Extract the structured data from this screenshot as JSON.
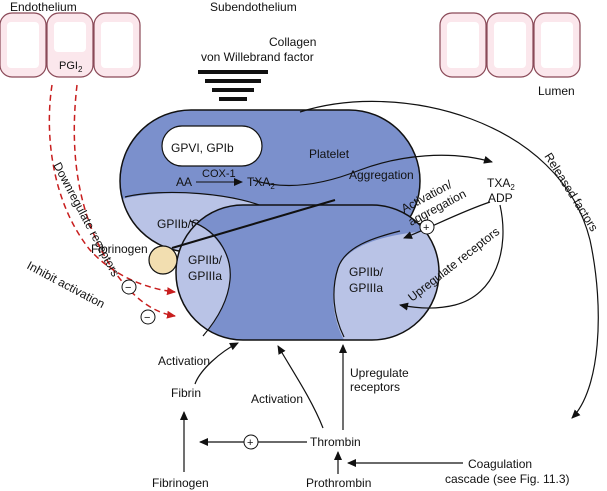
{
  "labels": {
    "endothelium": "Endothelium",
    "subendothelium": "Subendothelium",
    "collagen": "Collagen",
    "vwf": "von Willebrand factor",
    "lumen": "Lumen",
    "pgi2_base": "PGI",
    "pgi2_sub": "2",
    "gpvi_gpib": "GPVI, GPIb",
    "platelet": "Platelet",
    "aa": "AA",
    "cox1": "COX-1",
    "txa2_base": "TXA",
    "txa2_sub": "2",
    "gpiib_top": "GPIIb/GPIIIa",
    "fibrinogen_bead": "Fibrinogen",
    "gpiib_left_1": "GPIIb/",
    "gpiib_left_2": "GPIIIa",
    "gpiib_right_1": "GPIIb/",
    "gpiib_right_2": "GPIIIa",
    "aggregation": "Aggregation",
    "txa2_right_base": "TXA",
    "txa2_right_sub": "2",
    "adp": "ADP",
    "activation_aggregation_1": "Activation/",
    "activation_aggregation_2": "aggregation",
    "released_factors": "Released factors",
    "upregulate_receptors_curve": "Upregulate receptors",
    "downregulate_receptors": "Downregulate receptors",
    "inhibit_activation": "Inhibit activation",
    "activation_left": "Activation",
    "fibrin": "Fibrin",
    "activation_mid": "Activation",
    "upregulate_1": "Upregulate",
    "upregulate_2": "receptors",
    "thrombin": "Thrombin",
    "fibrinogen_bottom": "Fibrinogen",
    "prothrombin": "Prothrombin",
    "coag_1": "Coagulation",
    "coag_2": "cascade (see Fig. 11.3)"
  },
  "symbols": {
    "minus": "−",
    "plus": "+"
  },
  "colors": {
    "platelet": "#7b90cc",
    "receptor": "#b9c3e6",
    "cell_fill": "#fbe7ec",
    "cell_stroke": "#8a4a58",
    "fibrinogen_bead": "#f2deb0",
    "inhibit_arrow": "#c81e1e",
    "outline": "#111111"
  }
}
